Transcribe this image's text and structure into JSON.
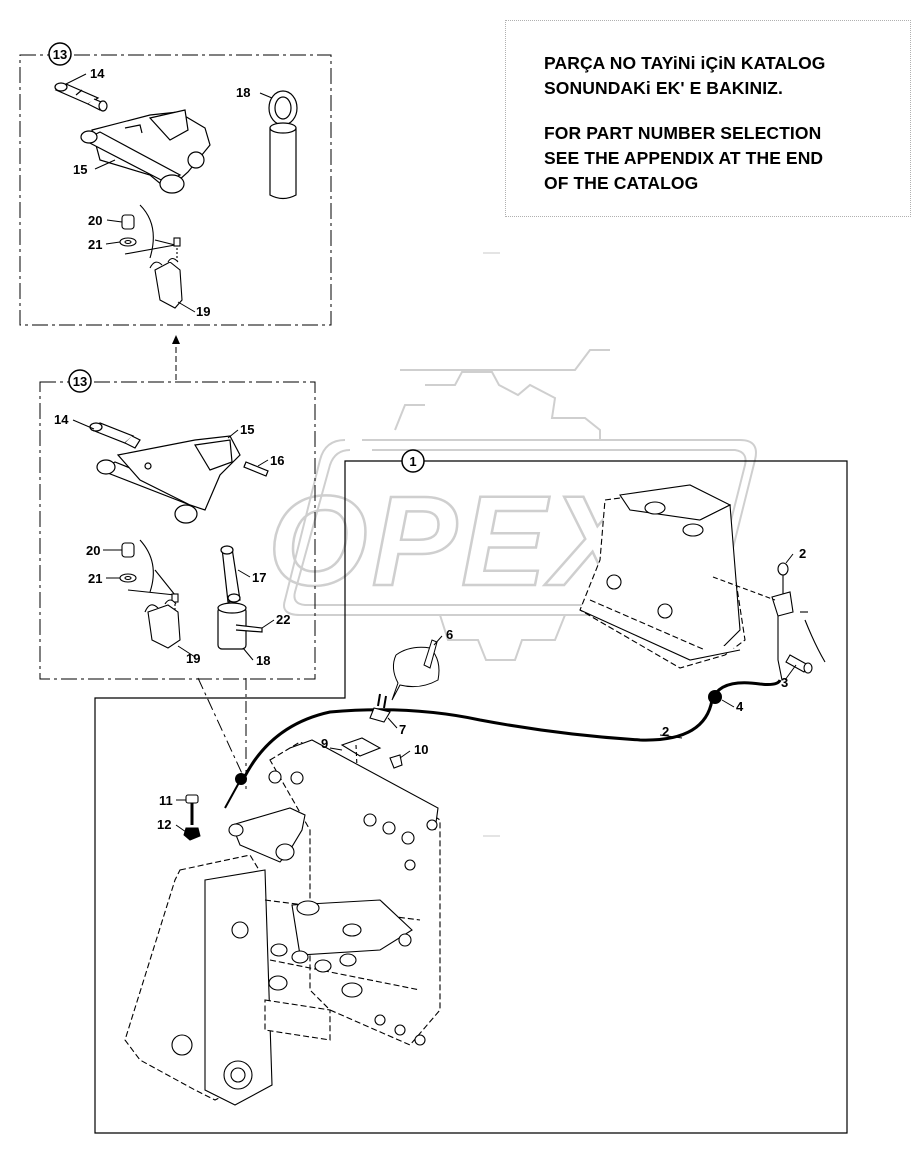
{
  "note": {
    "lines": [
      "PARÇA NO TAYiNi iÇiN KATALOG",
      "SONUNDAKi EK' E BAKINIZ.",
      "FOR PART NUMBER SELECTION",
      "SEE THE APPENDIX AT THE END",
      "OF THE CATALOG"
    ]
  },
  "watermark": {
    "text": "OPEX"
  },
  "callouts": {
    "detail_a": "13",
    "detail_b": "13",
    "main": "1"
  },
  "labels": {
    "p14a": "14",
    "p18a": "18",
    "p15a": "15",
    "p20a": "20",
    "p21a": "21",
    "p19a": "19",
    "p14b": "14",
    "p15b": "15",
    "p16b": "16",
    "p17b": "17",
    "p20b": "20",
    "p21b": "21",
    "p22b": "22",
    "p19b": "19",
    "p18b": "18",
    "p2top": "2",
    "p3": "3",
    "p4": "4",
    "p2cable": "2",
    "p6": "6",
    "p7": "7",
    "p9": "9",
    "p10": "10",
    "p11": "11",
    "p12": "12"
  },
  "colors": {
    "line": "#000000",
    "watermark": "#d8d8d8"
  }
}
